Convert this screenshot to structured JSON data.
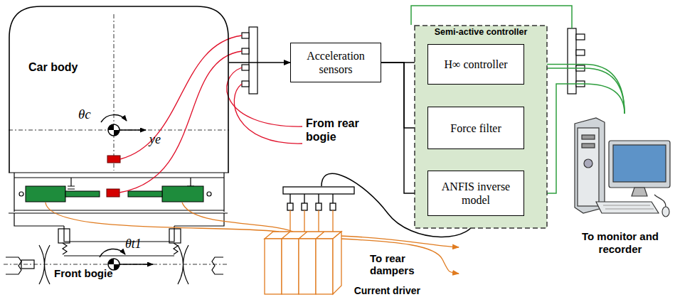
{
  "diagram": {
    "nodes": [
      {
        "text": [
          "Car body"
        ]
      },
      {
        "text": [
          "Front bogie"
        ]
      },
      {
        "text": [
          "Acceleration sensors"
        ]
      },
      {
        "text": [
          "Semi-active controller"
        ]
      },
      {
        "text": [
          "H∞ controller"
        ],
        "in": 3
      },
      {
        "text": [
          "Force filter"
        ],
        "in": 3
      },
      {
        "text": [
          "ANFIS inverse model"
        ],
        "in": 3
      },
      {
        "text": [
          "Current driver"
        ]
      },
      {
        "text": [
          "To monitor and recorder"
        ]
      }
    ],
    "edges": [
      {
        "from": 0,
        "to": 2,
        "arrow": "to"
      },
      {
        "from": 2,
        "to": 4,
        "arrow": "to"
      },
      {
        "from": 2,
        "to": 5,
        "arrow": "to"
      },
      {
        "from": 2,
        "to": 6,
        "arrow": "to"
      },
      {
        "from": 4,
        "to": 5,
        "arrow": "to"
      },
      {
        "from": 5,
        "to": 6,
        "arrow": "to"
      },
      {
        "from": 6,
        "to": 7,
        "arrow": "none"
      },
      {
        "from": 4,
        "to": 8,
        "arrow": "none"
      },
      {
        "from": 5,
        "to": 8,
        "arrow": "none"
      },
      {
        "from": 6,
        "to": 8,
        "arrow": "none"
      }
    ],
    "labels": [
      "θc",
      "ye",
      "θt1",
      "From rear bogie",
      "To rear dampers"
    ]
  }
}
